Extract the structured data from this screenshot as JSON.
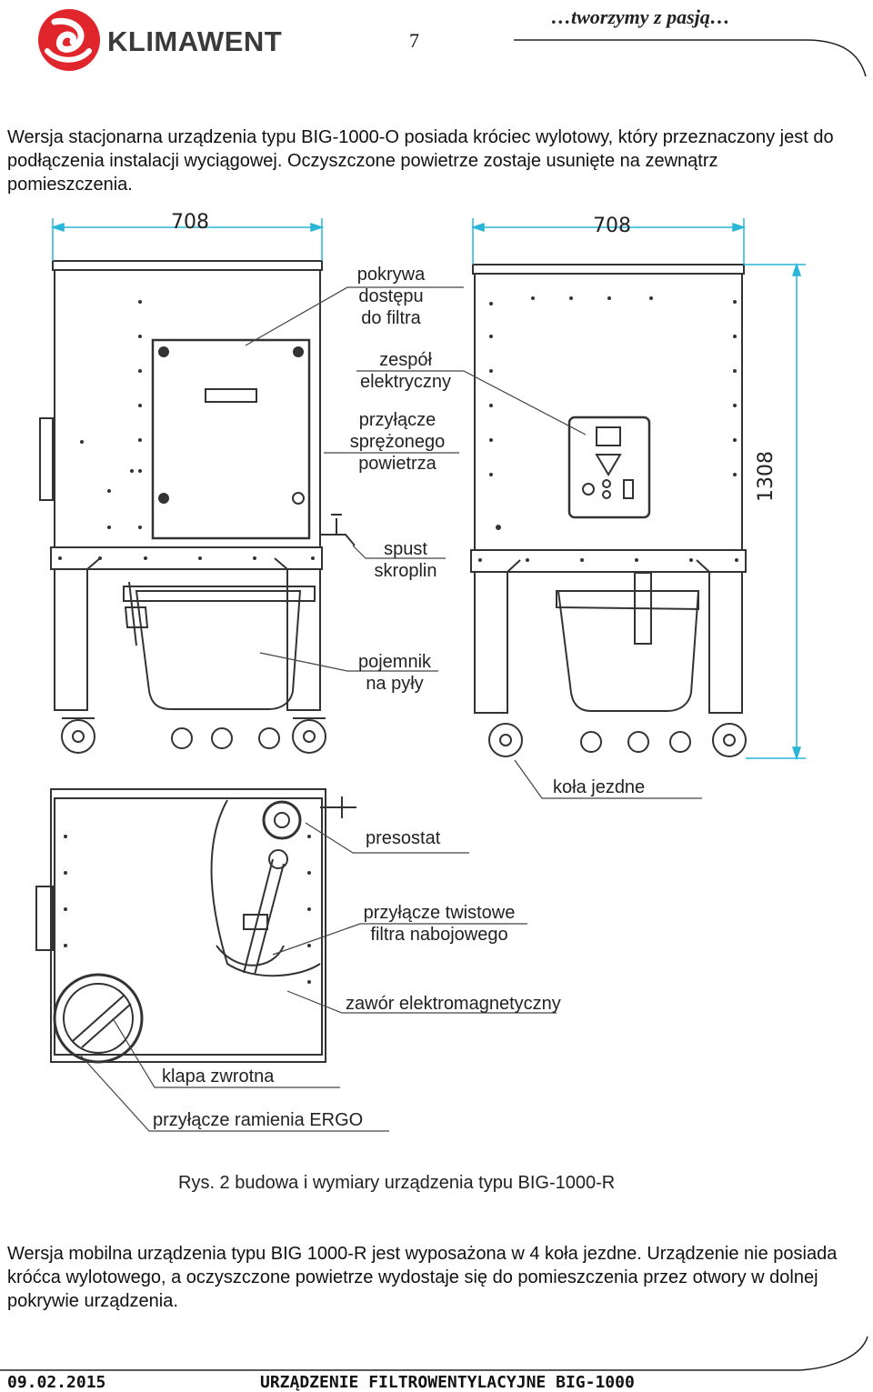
{
  "header": {
    "brand": "KLIMAWENT",
    "page_number": "7",
    "slogan": "…tworzymy z pasją…"
  },
  "intro_paragraph": "Wersja stacjonarna urządzenia typu BIG-1000-O posiada króciec wylotowy, który przeznaczony jest do podłączenia instalacji wyciągowej. Oczyszczone powietrze zostaje usunięte na zewnątrz pomieszczenia.",
  "drawing": {
    "dim_width_left": "708",
    "dim_width_right": "708",
    "dim_height": "1308",
    "labels": {
      "cover": [
        "pokrywa",
        "dostępu",
        "do filtra"
      ],
      "electrical": [
        "zespół",
        "elektryczny"
      ],
      "air_connection": [
        "przyłącze",
        "sprężonego",
        "powietrza"
      ],
      "drain": [
        "spust",
        "skroplin"
      ],
      "dust_container": [
        "pojemnik",
        "na pyły"
      ],
      "wheels": "koła jezdne",
      "pressure_switch": "presostat",
      "twist_connection": [
        "przyłącze twistowe",
        "filtra nabojowego"
      ],
      "solenoid_valve": "zawór elektromagnetyczny",
      "check_flap": "klapa zwrotna",
      "ergo_connection": "przyłącze ramienia ERGO"
    }
  },
  "figure_caption": "Rys. 2  budowa i wymiary urządzenia typu BIG-1000-R",
  "mobile_paragraph": "Wersja mobilna urządzenia typu BIG 1000-R jest wyposażona w 4 koła jezdne. Urządzenie nie posiada króćca wylotowego, a oczyszczone powietrze wydostaje się do pomieszczenia przez otwory w dolnej pokrywie urządzenia.",
  "footer": {
    "date": "09.02.2015",
    "title": "URZĄDZENIE FILTROWENTYLACYJNE  BIG-1000"
  },
  "colors": {
    "logo_red": "#e0262c",
    "dimension_cyan": "#29b6d8",
    "line": "#333333"
  }
}
